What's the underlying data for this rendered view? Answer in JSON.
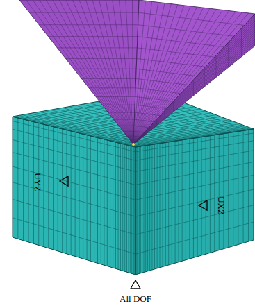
{
  "diagram": {
    "labels": [
      "UYZ",
      "UXZ",
      "All DOF"
    ]
  }
}
